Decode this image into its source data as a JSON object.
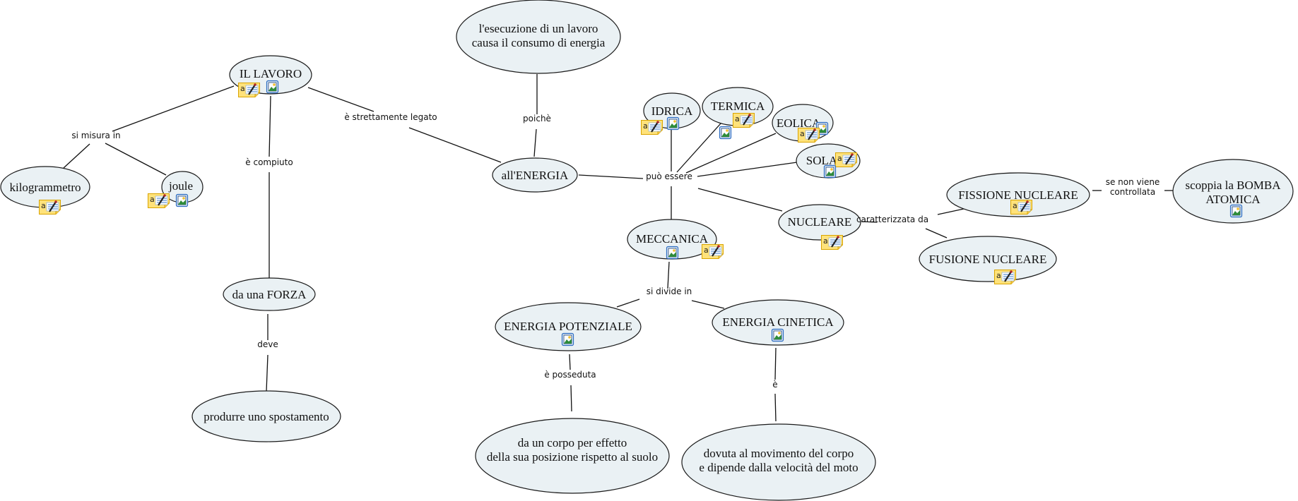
{
  "colors": {
    "background": "#ffffff",
    "concept_fill": "#EAF1F4",
    "concept_stroke": "#1a1a1a",
    "line": "#111111",
    "note_fill": "#FFE27A",
    "note_border": "#D9A400",
    "image_icon_border": "#2D6CC0"
  },
  "concepts": [
    {
      "id": "lavoro",
      "lines": [
        "IL LAVORO"
      ],
      "icons": [
        "note-icon",
        "image-icon"
      ]
    },
    {
      "id": "kilogrammetro",
      "lines": [
        "kilogrammetro"
      ],
      "icons": [
        "note-icon"
      ]
    },
    {
      "id": "joule",
      "lines": [
        "joule"
      ],
      "icons": [
        "note-icon",
        "image-icon"
      ]
    },
    {
      "id": "forza",
      "lines": [
        "da una FORZA"
      ],
      "icons": []
    },
    {
      "id": "spostamento",
      "lines": [
        "produrre uno spostamento"
      ],
      "icons": []
    },
    {
      "id": "esecuzione",
      "lines": [
        "l'esecuzione di un lavoro",
        "causa il consumo di energia"
      ],
      "icons": []
    },
    {
      "id": "energia",
      "lines": [
        "all'ENERGIA"
      ],
      "icons": []
    },
    {
      "id": "idrica",
      "lines": [
        "IDRICA"
      ],
      "icons": [
        "note-icon",
        "image-icon"
      ]
    },
    {
      "id": "termica",
      "lines": [
        "TERMICA"
      ],
      "icons": [
        "image-icon",
        "note-icon"
      ]
    },
    {
      "id": "eolica",
      "lines": [
        "EOLICA"
      ],
      "icons": [
        "image-icon",
        "note-icon"
      ]
    },
    {
      "id": "sola",
      "lines": [
        "SOLA"
      ],
      "icons": [
        "note-icon",
        "image-icon"
      ]
    },
    {
      "id": "meccanica",
      "lines": [
        "MECCANICA"
      ],
      "icons": [
        "image-icon",
        "note-icon"
      ]
    },
    {
      "id": "nucleare",
      "lines": [
        "NUCLEARE"
      ],
      "icons": [
        "note-icon"
      ]
    },
    {
      "id": "fissione",
      "lines": [
        "FISSIONE NUCLEARE"
      ],
      "icons": [
        "note-icon"
      ]
    },
    {
      "id": "fusione",
      "lines": [
        "FUSIONE NUCLEARE"
      ],
      "icons": [
        "note-icon"
      ]
    },
    {
      "id": "bomba",
      "lines": [
        "scoppia la BOMBA",
        "ATOMICA"
      ],
      "icons": [
        "image-icon"
      ]
    },
    {
      "id": "potenziale",
      "lines": [
        "ENERGIA POTENZIALE"
      ],
      "icons": [
        "image-icon"
      ]
    },
    {
      "id": "cinetica",
      "lines": [
        "ENERGIA CINETICA"
      ],
      "icons": [
        "image-icon"
      ]
    },
    {
      "id": "corpo_posizione",
      "lines": [
        "da un corpo per effetto",
        "della sua posizione rispetto al suolo"
      ],
      "icons": []
    },
    {
      "id": "movimento",
      "lines": [
        "dovuta al movimento del corpo",
        "e dipende dalla velocità del moto"
      ],
      "icons": []
    }
  ],
  "links": [
    {
      "id": "si_misura_in",
      "lines": [
        "si misura in"
      ]
    },
    {
      "id": "compiuto",
      "lines": [
        "è compiuto"
      ]
    },
    {
      "id": "deve",
      "lines": [
        "deve"
      ]
    },
    {
      "id": "legato",
      "lines": [
        "è strettamente legato"
      ]
    },
    {
      "id": "poiche",
      "lines": [
        "poichè"
      ]
    },
    {
      "id": "puo_essere",
      "lines": [
        "può essere"
      ]
    },
    {
      "id": "caratterizzata",
      "lines": [
        "caratterizzata da"
      ]
    },
    {
      "id": "controllata",
      "lines": [
        "se non viene",
        "controllata"
      ]
    },
    {
      "id": "si_divide",
      "lines": [
        "si divide in"
      ]
    },
    {
      "id": "posseduta",
      "lines": [
        "è posseduta"
      ]
    },
    {
      "id": "e",
      "lines": [
        "è"
      ]
    }
  ],
  "connections": [
    [
      "lavoro",
      "si_misura_in"
    ],
    [
      "si_misura_in",
      "kilogrammetro"
    ],
    [
      "si_misura_in",
      "joule"
    ],
    [
      "lavoro",
      "compiuto"
    ],
    [
      "compiuto",
      "forza"
    ],
    [
      "forza",
      "deve"
    ],
    [
      "deve",
      "spostamento"
    ],
    [
      "lavoro",
      "legato"
    ],
    [
      "legato",
      "energia"
    ],
    [
      "esecuzione",
      "poiche"
    ],
    [
      "poiche",
      "energia"
    ],
    [
      "energia",
      "puo_essere"
    ],
    [
      "puo_essere",
      "idrica"
    ],
    [
      "puo_essere",
      "termica"
    ],
    [
      "puo_essere",
      "eolica"
    ],
    [
      "puo_essere",
      "sola"
    ],
    [
      "puo_essere",
      "meccanica"
    ],
    [
      "puo_essere",
      "nucleare"
    ],
    [
      "nucleare",
      "caratterizzata"
    ],
    [
      "caratterizzata",
      "fissione"
    ],
    [
      "caratterizzata",
      "fusione"
    ],
    [
      "fissione",
      "controllata"
    ],
    [
      "controllata",
      "bomba"
    ],
    [
      "meccanica",
      "si_divide"
    ],
    [
      "si_divide",
      "potenziale"
    ],
    [
      "si_divide",
      "cinetica"
    ],
    [
      "potenziale",
      "posseduta"
    ],
    [
      "posseduta",
      "corpo_posizione"
    ],
    [
      "cinetica",
      "e"
    ],
    [
      "e",
      "movimento"
    ]
  ]
}
